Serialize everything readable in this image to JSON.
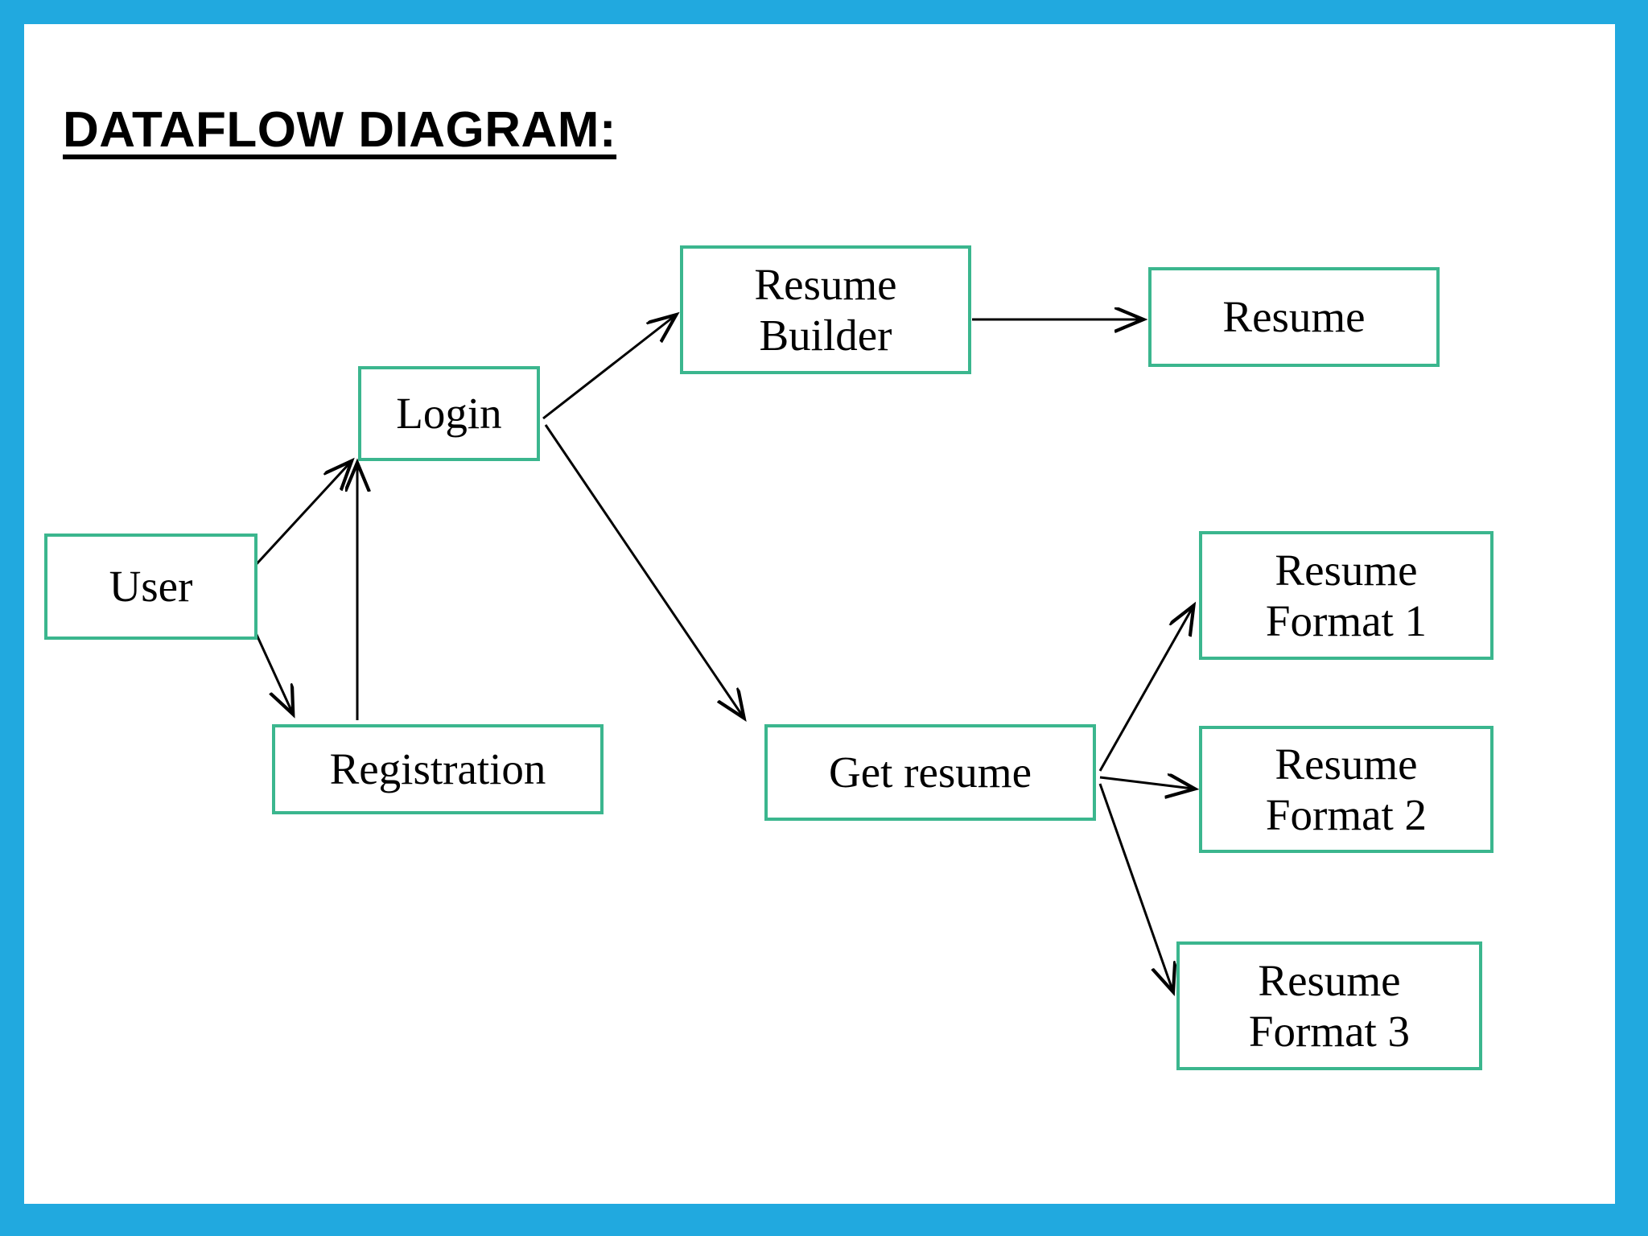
{
  "slide": {
    "frame_color": "#21a9df",
    "canvas_color": "#ffffff",
    "node_border_color": "#3bb68e",
    "edge_color": "#000000",
    "title": "DATAFLOW DIAGRAM:"
  },
  "diagram": {
    "type": "dataflow",
    "nodes": [
      {
        "id": "user",
        "label": "User"
      },
      {
        "id": "login",
        "label": "Login"
      },
      {
        "id": "registration",
        "label": "Registration"
      },
      {
        "id": "resume_builder",
        "label": "Resume\nBuilder"
      },
      {
        "id": "resume",
        "label": "Resume"
      },
      {
        "id": "get_resume",
        "label": "Get resume"
      },
      {
        "id": "format1",
        "label": "Resume\nFormat 1"
      },
      {
        "id": "format2",
        "label": "Resume\nFormat 2"
      },
      {
        "id": "format3",
        "label": "Resume\nFormat 3"
      }
    ],
    "edges": [
      {
        "from": "user",
        "to": "login"
      },
      {
        "from": "user",
        "to": "registration"
      },
      {
        "from": "registration",
        "to": "login"
      },
      {
        "from": "login",
        "to": "resume_builder"
      },
      {
        "from": "resume_builder",
        "to": "resume"
      },
      {
        "from": "login",
        "to": "get_resume"
      },
      {
        "from": "get_resume",
        "to": "format1"
      },
      {
        "from": "get_resume",
        "to": "format2"
      },
      {
        "from": "get_resume",
        "to": "format3"
      }
    ]
  }
}
